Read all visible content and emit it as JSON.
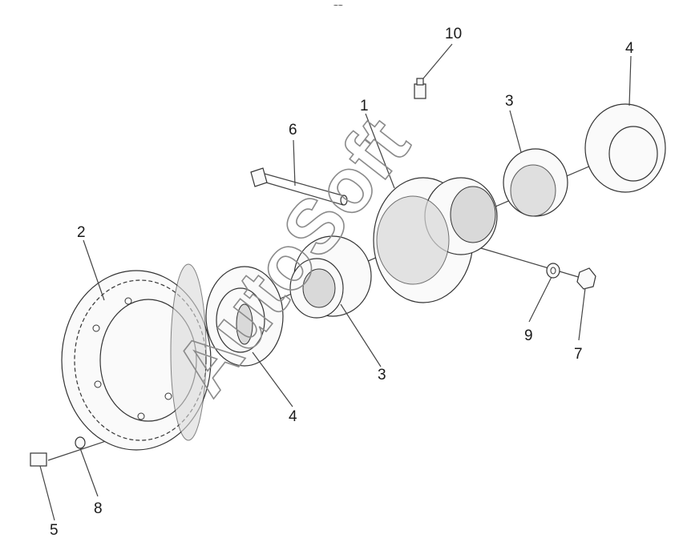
{
  "header_mark": "~~",
  "callouts": [
    {
      "id": "c10",
      "text": "10"
    },
    {
      "id": "c4a",
      "text": "4"
    },
    {
      "id": "c3a",
      "text": "3"
    },
    {
      "id": "c1",
      "text": "1"
    },
    {
      "id": "c6",
      "text": "6"
    },
    {
      "id": "c2",
      "text": "2"
    },
    {
      "id": "c9",
      "text": "9"
    },
    {
      "id": "c7",
      "text": "7"
    },
    {
      "id": "c3b",
      "text": "3"
    },
    {
      "id": "c4b",
      "text": "4"
    },
    {
      "id": "c8",
      "text": "8"
    },
    {
      "id": "c5",
      "text": "5"
    }
  ],
  "watermark": "AutoSoft"
}
